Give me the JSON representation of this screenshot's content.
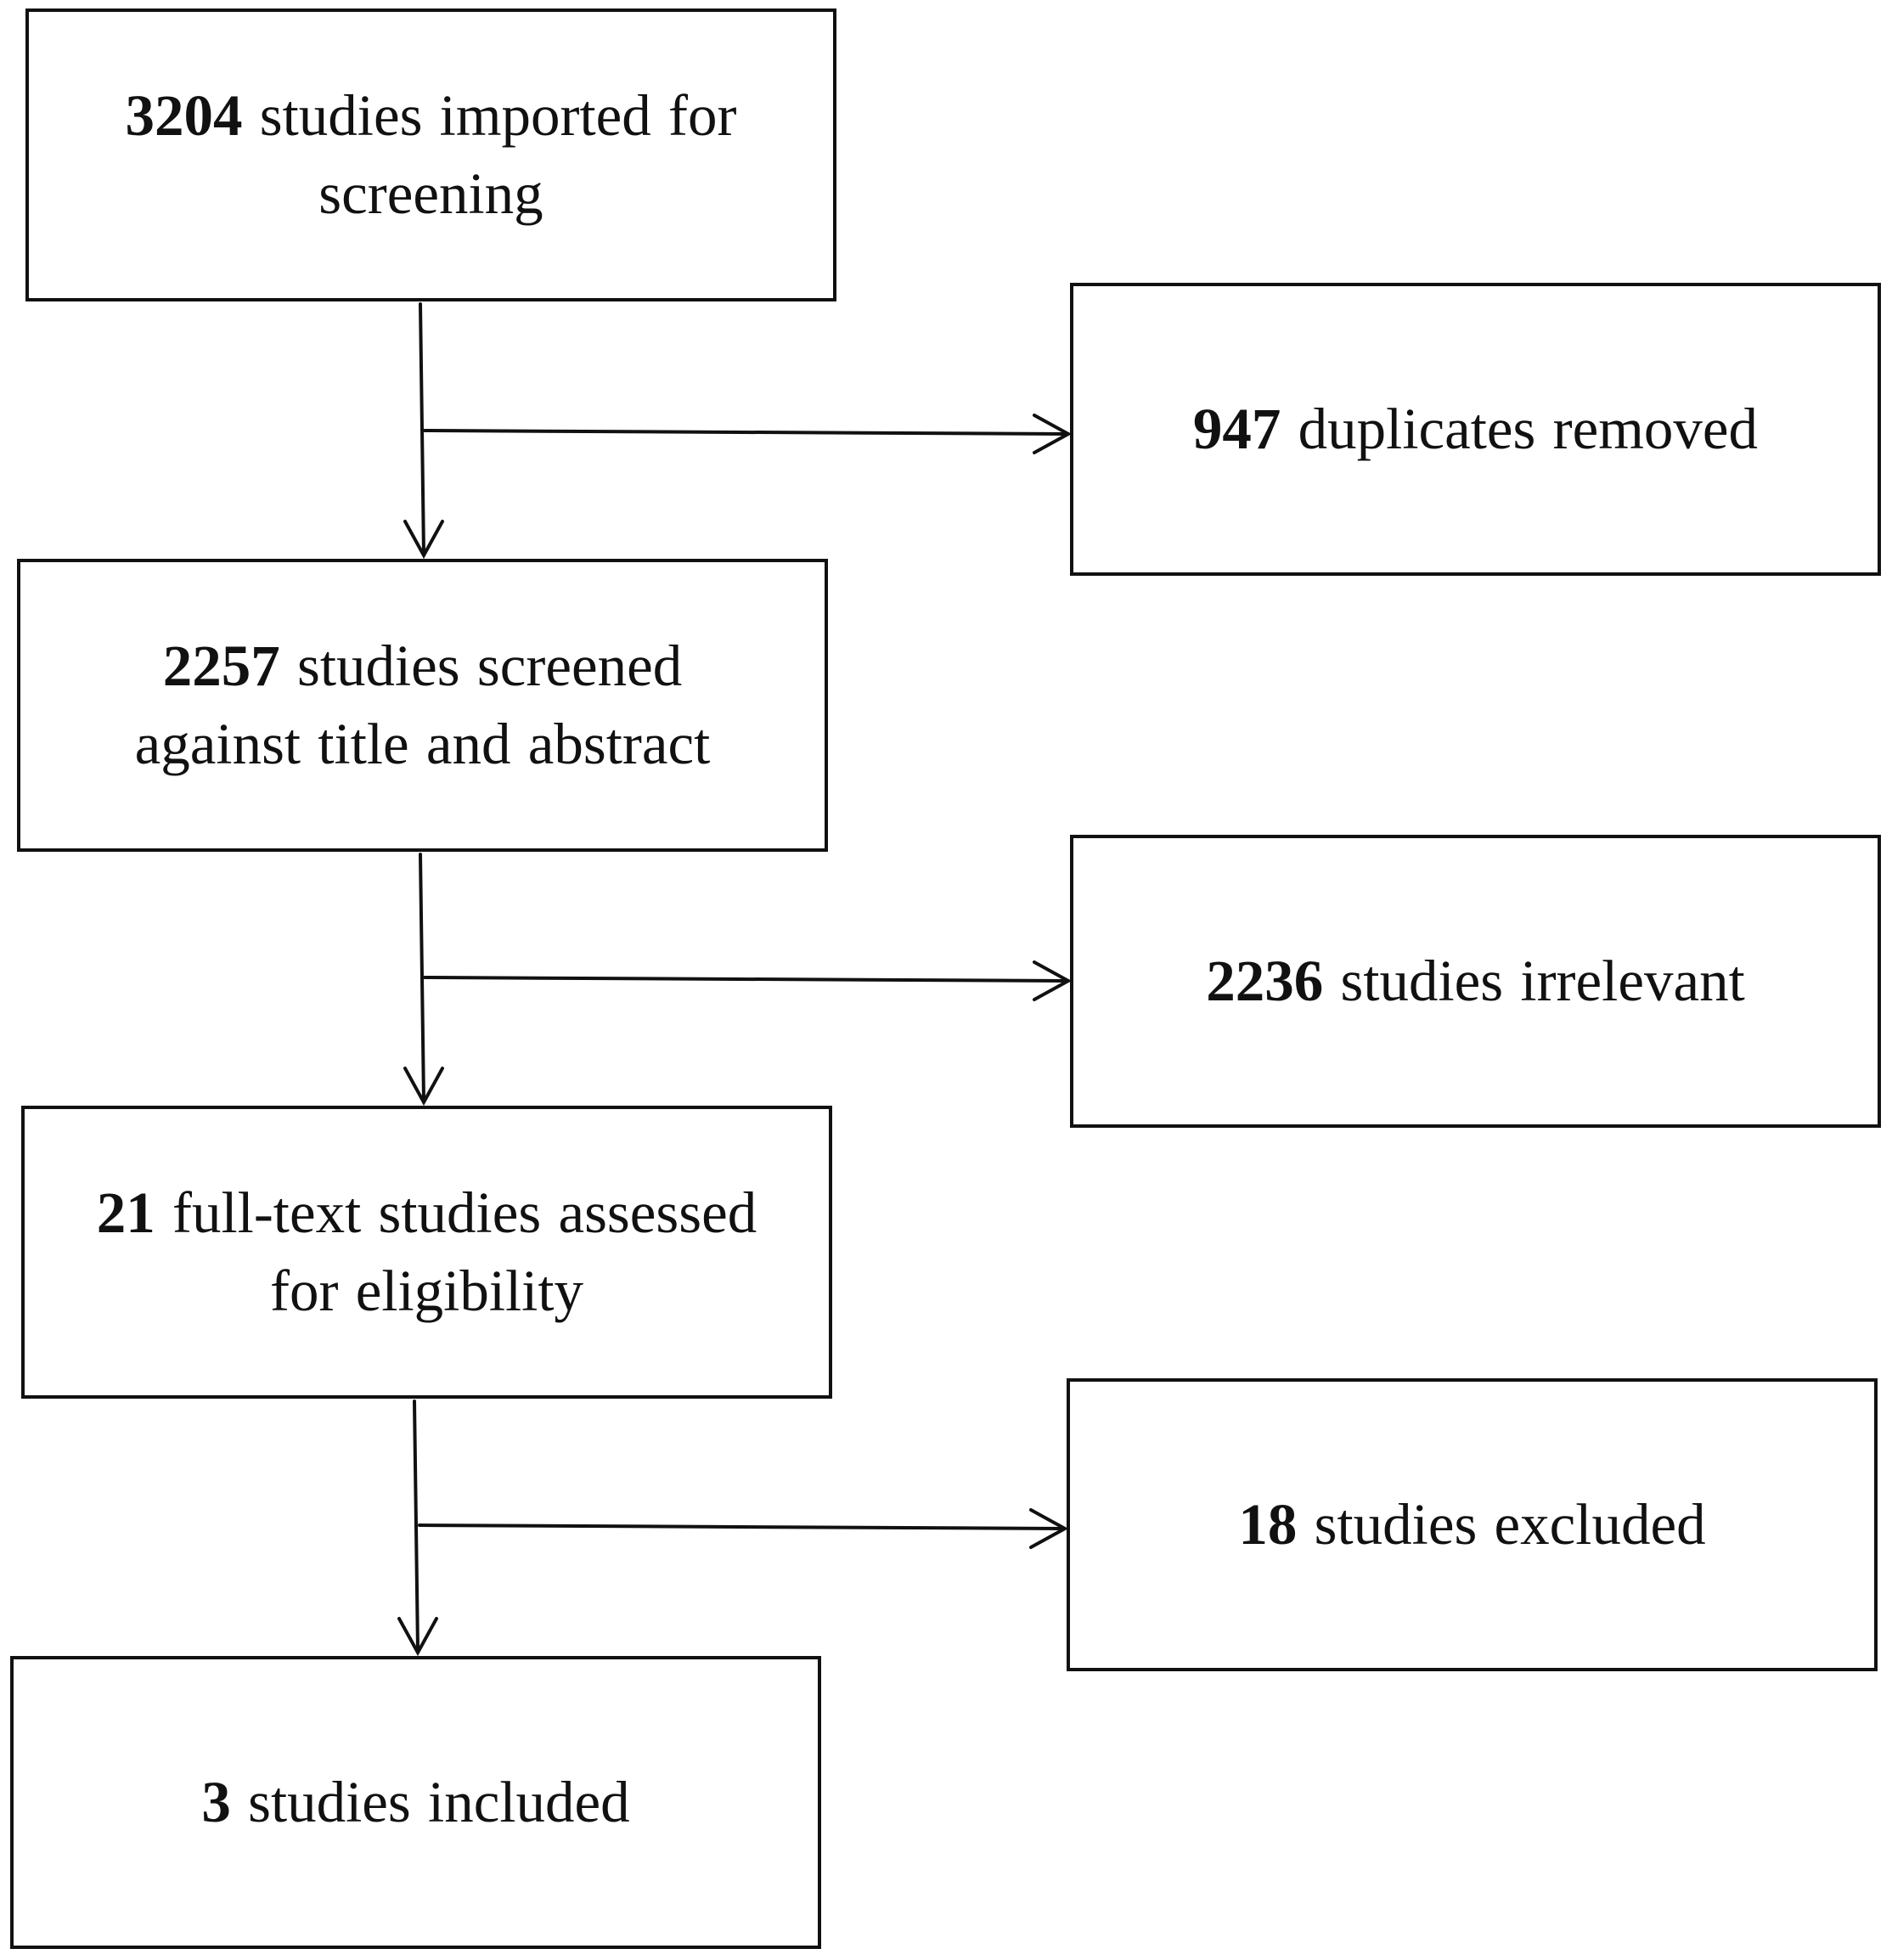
{
  "boxes": {
    "imported": {
      "count": "3204",
      "line1": " studies imported for",
      "line2": "screening"
    },
    "duplicates": {
      "count": "947",
      "line1": " duplicates removed"
    },
    "screened": {
      "count": "2257",
      "line1": " studies screened",
      "line2": "against title and abstract"
    },
    "irrelevant": {
      "count": "2236",
      "line1": " studies irrelevant"
    },
    "fulltext": {
      "count": "21",
      "line1": " full-text studies assessed",
      "line2": "for eligibility"
    },
    "excluded": {
      "count": "18",
      "line1": " studies excluded"
    },
    "included": {
      "count": "3",
      "line1": " studies included"
    }
  },
  "colors": {
    "stroke": "#111111",
    "background": "#ffffff"
  }
}
